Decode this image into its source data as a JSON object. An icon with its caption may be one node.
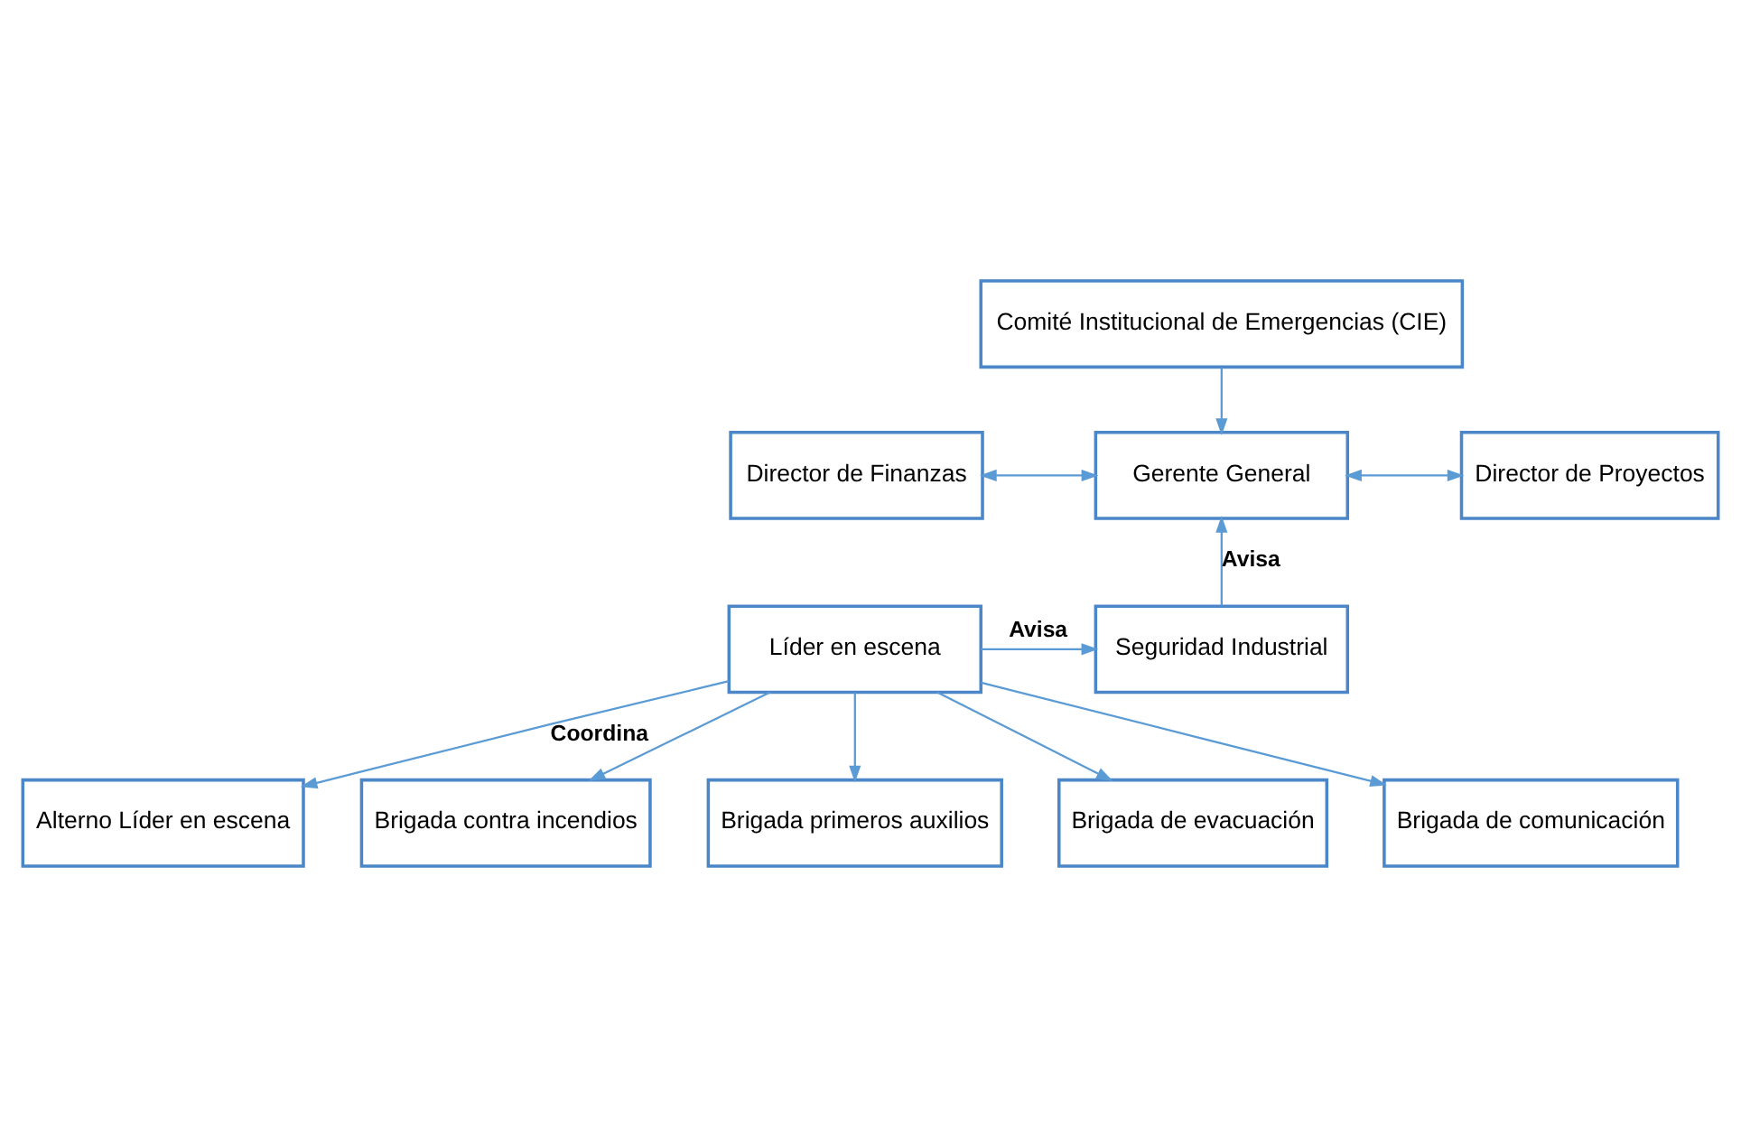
{
  "diagram": {
    "nodes": [
      {
        "text": [
          "Comité Institucional de Emergencias (CIE)"
        ]
      },
      {
        "text": [
          "Director de Finanzas"
        ]
      },
      {
        "text": [
          "Gerente General"
        ]
      },
      {
        "text": [
          "Director de Proyectos"
        ]
      },
      {
        "text": [
          "Líder en escena"
        ]
      },
      {
        "text": [
          "Seguridad Industrial"
        ]
      },
      {
        "text": [
          "Alterno Líder en escena"
        ]
      },
      {
        "text": [
          "Brigada contra incendios"
        ]
      },
      {
        "text": [
          "Brigada primeros auxilios"
        ]
      },
      {
        "text": [
          "Brigada de evacuación"
        ]
      },
      {
        "text": [
          "Brigada de comunicación"
        ]
      }
    ],
    "edges": [
      {
        "from": 0,
        "to": 2,
        "arrow": "to"
      },
      {
        "from": 1,
        "to": 2,
        "arrow": "both"
      },
      {
        "from": 2,
        "to": 3,
        "arrow": "both"
      },
      {
        "from": 5,
        "to": 2,
        "arrow": "to",
        "label": "Avisa"
      },
      {
        "from": 4,
        "to": 5,
        "arrow": "to",
        "label": "Avisa"
      },
      {
        "from": 4,
        "to": 6,
        "arrow": "to",
        "label": "Coordina"
      },
      {
        "from": 4,
        "to": 7,
        "arrow": "to"
      },
      {
        "from": 4,
        "to": 8,
        "arrow": "to"
      },
      {
        "from": 4,
        "to": 9,
        "arrow": "to"
      },
      {
        "from": 4,
        "to": 10,
        "arrow": "to"
      }
    ]
  }
}
